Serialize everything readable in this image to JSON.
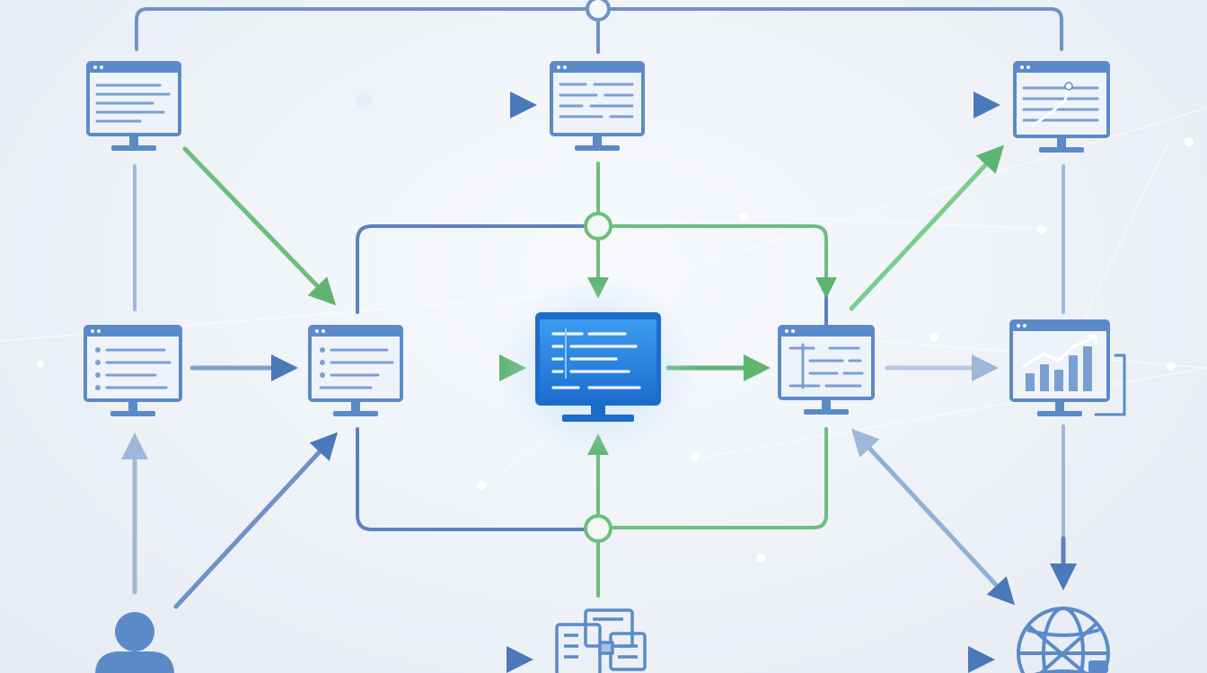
{
  "diagram": {
    "colors": {
      "blue": "#4a78b8",
      "blue_light": "#a9bfdc",
      "green": "#6cbf7c",
      "monitor_frame": "#5b8ac9",
      "monitor_screen": "#eaf1fb",
      "hub_screen": "#2f86e0",
      "background": "#eef2f7"
    },
    "nodes": [
      {
        "id": "monitor-top-left",
        "icon": "monitor-text-icon"
      },
      {
        "id": "monitor-top-center",
        "icon": "monitor-form-icon"
      },
      {
        "id": "monitor-top-right",
        "icon": "monitor-table-chart-icon"
      },
      {
        "id": "monitor-mid-left",
        "icon": "monitor-list-icon"
      },
      {
        "id": "monitor-mid-left-center",
        "icon": "monitor-list-icon"
      },
      {
        "id": "central-hub-monitor",
        "icon": "monitor-code-icon"
      },
      {
        "id": "monitor-mid-right-center",
        "icon": "monitor-dashboard-icon"
      },
      {
        "id": "monitor-mid-right",
        "icon": "monitor-bar-chart-icon"
      },
      {
        "id": "user",
        "icon": "user-icon"
      },
      {
        "id": "server",
        "icon": "server-rack-icon"
      },
      {
        "id": "globe",
        "icon": "globe-icon"
      }
    ],
    "connectors": [
      {
        "from": "monitor-top-left",
        "to": "monitor-top-center",
        "style": "blue-arrow"
      },
      {
        "from": "monitor-top-center",
        "to": "monitor-top-right",
        "style": "blue-arrow"
      },
      {
        "from": "monitor-top-left",
        "to": "monitor-mid-left-center",
        "style": "green-arrow"
      },
      {
        "from": "monitor-mid-left",
        "to": "monitor-mid-left-center",
        "style": "blue-arrow"
      },
      {
        "from": "monitor-mid-left-center",
        "to": "central-hub-monitor",
        "style": "green-arrow"
      },
      {
        "from": "central-hub-monitor",
        "to": "monitor-mid-right-center",
        "style": "green-arrow"
      },
      {
        "from": "monitor-mid-right-center",
        "to": "monitor-mid-right",
        "style": "light-blue-arrow"
      },
      {
        "from": "monitor-mid-right-center",
        "to": "monitor-top-right",
        "style": "green-arrow"
      },
      {
        "from": "user",
        "to": "monitor-mid-left",
        "style": "light-blue-arrow"
      },
      {
        "from": "user",
        "to": "monitor-mid-left-center",
        "style": "blue-arrow"
      },
      {
        "from": "user",
        "to": "server",
        "style": "blue-arrow"
      },
      {
        "from": "server",
        "to": "globe",
        "style": "blue-arrow"
      },
      {
        "from": "monitor-top-right",
        "to": "globe",
        "style": "blue-arrow"
      },
      {
        "from": "monitor-mid-right-center",
        "to": "globe",
        "style": "blue-light-double-arrow"
      },
      {
        "from": "server",
        "to": "central-hub-monitor",
        "style": "green-arrow"
      }
    ]
  }
}
